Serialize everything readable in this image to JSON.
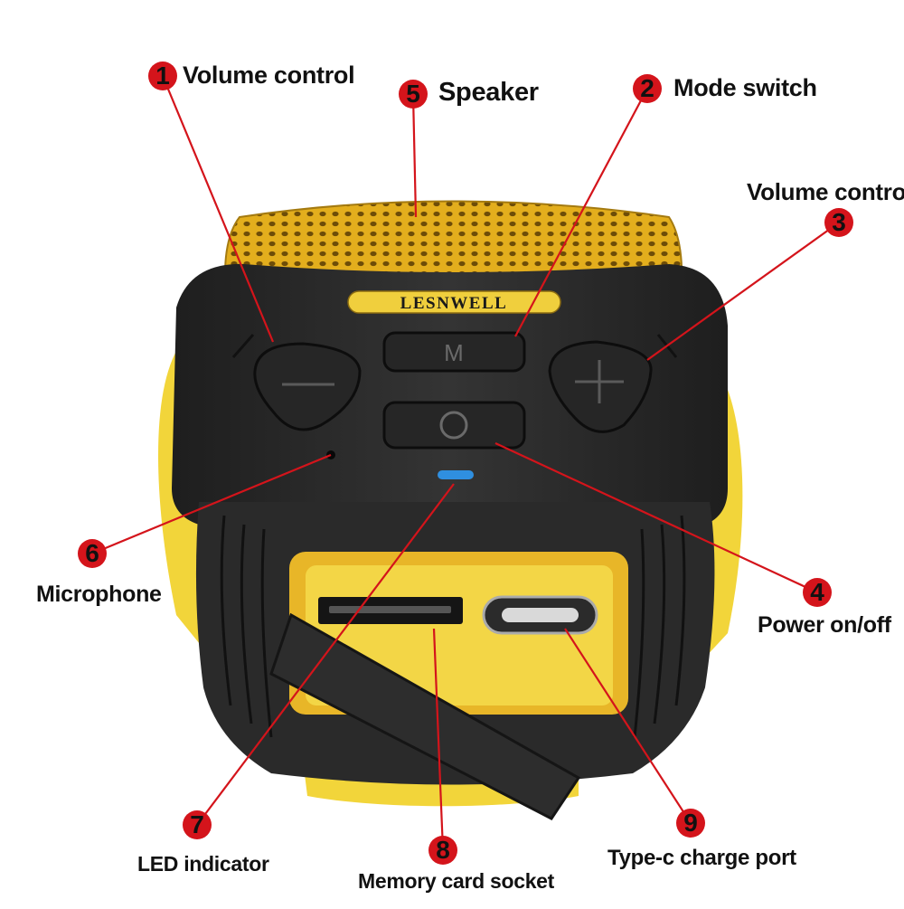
{
  "brand": "LESNWELL",
  "button_labels": {
    "mode": "M"
  },
  "callouts": [
    {
      "number": "1",
      "label": "Volume control"
    },
    {
      "number": "5",
      "label": "Speaker"
    },
    {
      "number": "2",
      "label": "Mode switch"
    },
    {
      "number": "3",
      "label": "Volume control"
    },
    {
      "number": "6",
      "label": "Microphone"
    },
    {
      "number": "4",
      "label": "Power on/off"
    },
    {
      "number": "7",
      "label": "LED indicator"
    },
    {
      "number": "8",
      "label": "Memory card socket"
    },
    {
      "number": "9",
      "label": "Type-c charge port"
    }
  ],
  "colors": {
    "accent": "#d4141b",
    "body": "#2b2b2b",
    "grille": "#e7b21f",
    "led": "#2f8fe0"
  }
}
